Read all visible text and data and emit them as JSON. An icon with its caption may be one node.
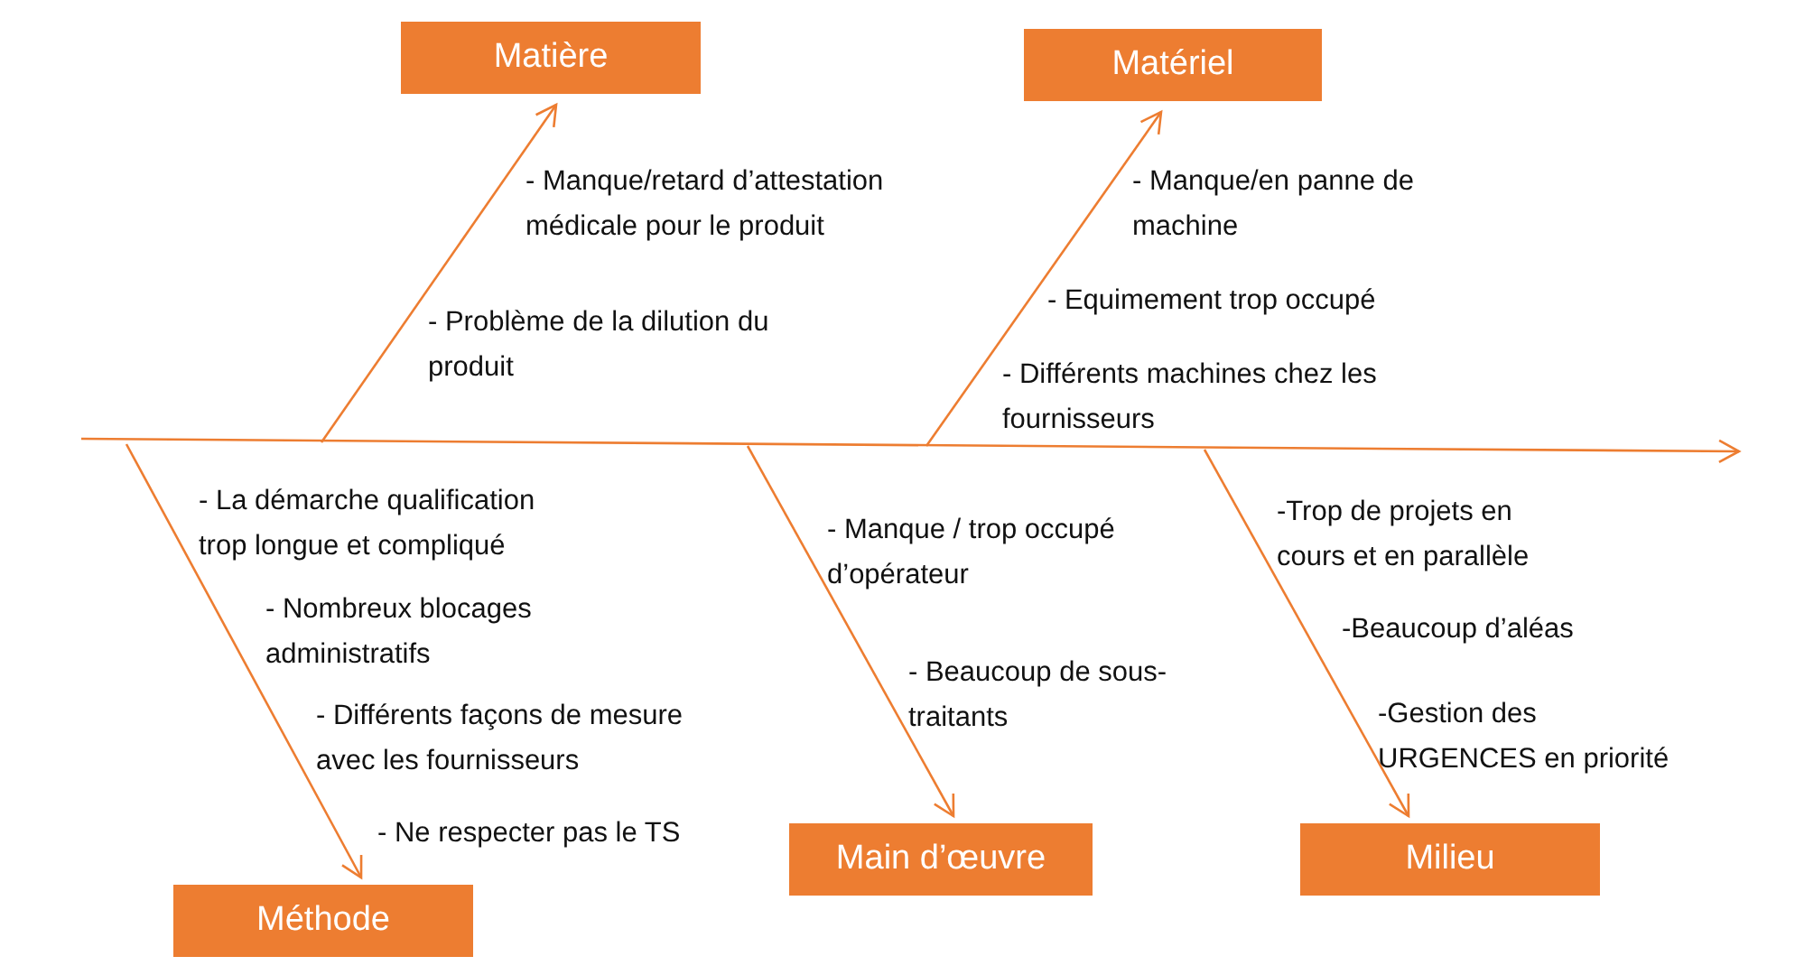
{
  "diagram": {
    "nodes": [
      {
        "text": [
          "Matière"
        ]
      },
      {
        "text": [
          "Matériel"
        ]
      },
      {
        "text": [
          "Méthode"
        ]
      },
      {
        "text": [
          "Main d’œuvre"
        ]
      },
      {
        "text": [
          "Milieu"
        ]
      }
    ],
    "edges": [
      {
        "from": null,
        "to": 0,
        "arrow": "to"
      },
      {
        "from": null,
        "to": 1,
        "arrow": "to"
      },
      {
        "from": null,
        "to": 2,
        "arrow": "to"
      },
      {
        "from": null,
        "to": 3,
        "arrow": "to"
      },
      {
        "from": null,
        "to": 4,
        "arrow": "to"
      }
    ],
    "labels": [
      "- Manque/retard d’attestation médicale pour le produit",
      "- Manque/en panne de machine",
      "- Equimement trop occupé",
      "- Problème de la dilution du produit",
      "- Différents machines chez les fournisseurs",
      "- La démarche qualification trop longue et compliqué",
      "- Manque / trop occupé d’opérateur",
      "-Trop de projets en cours et en parallèle",
      "- Nombreux blocages administratifs",
      "-Beaucoup d’aléas",
      "- Beaucoup de sous-traitants",
      "- Différents façons de mesure avec les fournisseurs",
      "-Gestion des URGENCES en priorité",
      "- Ne respecter pas le TS"
    ]
  }
}
